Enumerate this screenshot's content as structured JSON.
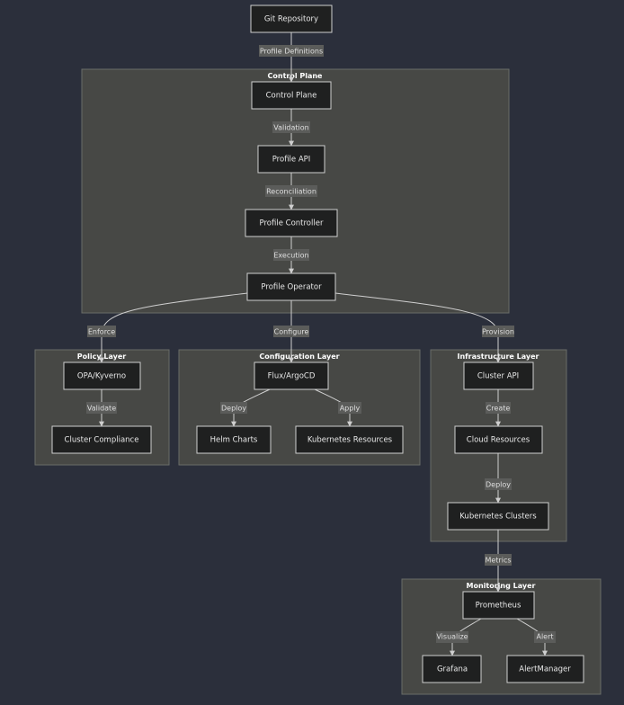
{
  "clusters": {
    "control_plane": "Control Plane",
    "policy": "Policy Layer",
    "configuration": "Configuration Layer",
    "infrastructure": "Infrastructure Layer",
    "monitoring": "Monitoring Layer"
  },
  "nodes": {
    "git": "Git Repository",
    "control_plane": "Control Plane",
    "profile_api": "Profile API",
    "profile_controller": "Profile Controller",
    "profile_operator": "Profile Operator",
    "opa": "OPA/Kyverno",
    "compliance": "Cluster Compliance",
    "flux": "Flux/ArgoCD",
    "helm": "Helm Charts",
    "k8s_resources": "Kubernetes Resources",
    "cluster_api": "Cluster API",
    "cloud": "Cloud Resources",
    "k8s_clusters": "Kubernetes Clusters",
    "prometheus": "Prometheus",
    "grafana": "Grafana",
    "alertmanager": "AlertManager"
  },
  "edges": {
    "profile_definitions": "Profile Definitions",
    "validation": "Validation",
    "reconciliation": "Reconciliation",
    "execution": "Execution",
    "enforce": "Enforce",
    "configure": "Configure",
    "provision": "Provision",
    "validate": "Validate",
    "deploy_helm": "Deploy",
    "apply": "Apply",
    "create": "Create",
    "deploy_clusters": "Deploy",
    "metrics": "Metrics",
    "visualize": "Visualize",
    "alert": "Alert"
  }
}
